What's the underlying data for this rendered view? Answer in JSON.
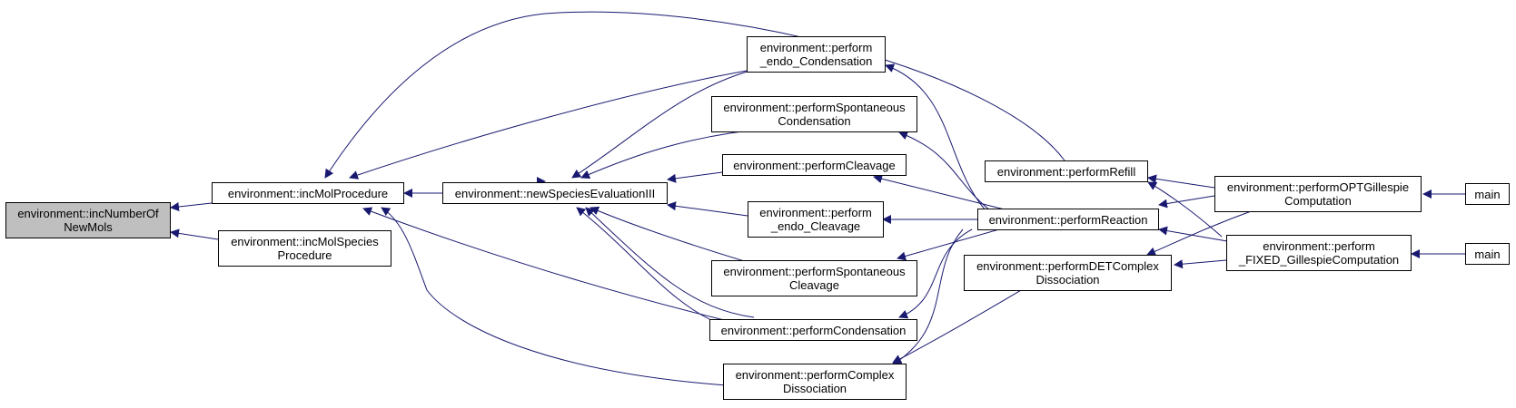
{
  "diagram": {
    "edge_color": "#191970",
    "root_fill": "#bfbfbf",
    "nodes": {
      "incNumberOfNewMols": [
        "environment::incNumberOf",
        "NewMols"
      ],
      "incMolProcedure": [
        "environment::incMolProcedure"
      ],
      "incMolSpeciesProcedure": [
        "environment::incMolSpecies",
        "Procedure"
      ],
      "newSpeciesEvaluationIII": [
        "environment::newSpeciesEvaluationIII"
      ],
      "perform_endo_Condensation": [
        "environment::perform",
        "_endo_Condensation"
      ],
      "performSpontaneousCondensation": [
        "environment::performSpontaneous",
        "Condensation"
      ],
      "performCleavage": [
        "environment::performCleavage"
      ],
      "perform_endo_Cleavage": [
        "environment::perform",
        "_endo_Cleavage"
      ],
      "performSpontaneousCleavage": [
        "environment::performSpontaneous",
        "Cleavage"
      ],
      "performCondensation": [
        "environment::performCondensation"
      ],
      "performComplexDissociation": [
        "environment::performComplex",
        "Dissociation"
      ],
      "performRefill": [
        "environment::performRefill"
      ],
      "performReaction": [
        "environment::performReaction"
      ],
      "performDETComplexDissociation": [
        "environment::performDETComplex",
        "Dissociation"
      ],
      "performOPTGillespieComputation": [
        "environment::performOPTGillespie",
        "Computation"
      ],
      "perform_FIXED_GillespieComputation": [
        "environment::perform",
        "_FIXED_GillespieComputation"
      ],
      "main1": [
        "main"
      ],
      "main2": [
        "main"
      ]
    }
  }
}
